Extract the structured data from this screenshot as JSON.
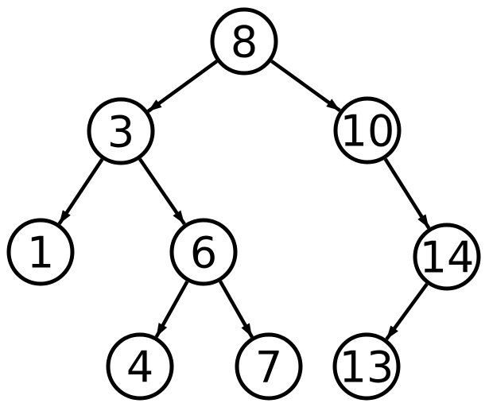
{
  "diagram": {
    "type": "binary-search-tree",
    "background_color": "#ffffff",
    "node_fill_color": "#ffffff",
    "node_stroke_color": "#000000",
    "edge_color": "#000000",
    "text_color": "#000000",
    "nodes": [
      {
        "label": "8"
      },
      {
        "label": "3"
      },
      {
        "label": "10"
      },
      {
        "label": "1"
      },
      {
        "label": "6"
      },
      {
        "label": "14"
      },
      {
        "label": "4"
      },
      {
        "label": "7"
      },
      {
        "label": "13"
      }
    ],
    "edges": [
      {
        "from": "8",
        "to": "3",
        "direction": "left"
      },
      {
        "from": "8",
        "to": "10",
        "direction": "right"
      },
      {
        "from": "3",
        "to": "1",
        "direction": "left"
      },
      {
        "from": "3",
        "to": "6",
        "direction": "right"
      },
      {
        "from": "6",
        "to": "4",
        "direction": "left"
      },
      {
        "from": "6",
        "to": "7",
        "direction": "right"
      },
      {
        "from": "10",
        "to": "14",
        "direction": "right"
      },
      {
        "from": "14",
        "to": "13",
        "direction": "left"
      }
    ]
  }
}
